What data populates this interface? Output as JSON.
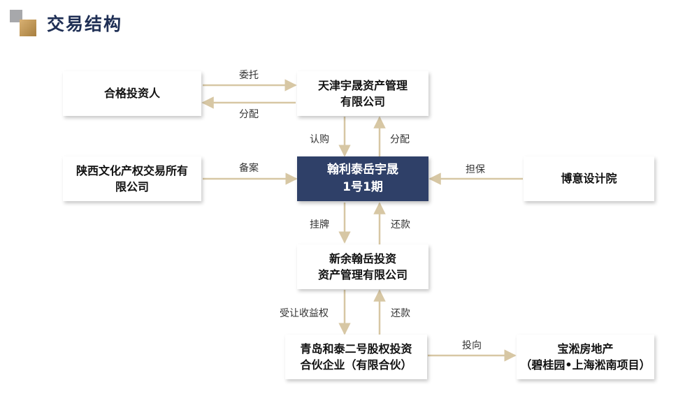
{
  "title": "交易结构",
  "colors": {
    "arrow": "#d7c7a4",
    "center_fill": "#2f4068",
    "title": "#1f2f55"
  },
  "nodes": {
    "qualified_investor": "合格投资人",
    "tianjin": "天津宇晟资产管理\n有限公司",
    "shaanxi": "陕西文化产权交易所有\n限公司",
    "center": "翰利泰岳宇晟\n1号1期",
    "boyi": "博意设计院",
    "xinyu": "新余翰岳投资\n资产管理有限公司",
    "qingdao": "青岛和泰二号股权投资\n合伙企业（有限合伙）",
    "baosong": "宝淞房地产\n（碧桂园•上海淞南项目）"
  },
  "edge_labels": {
    "entrust": "委托",
    "distribute_top": "分配",
    "subscribe": "认购",
    "distribute_mid": "分配",
    "filing": "备案",
    "guarantee": "担保",
    "listing": "挂牌",
    "repay_mid": "还款",
    "transfer_income": "受让收益权",
    "repay_bottom": "还款",
    "invest": "投向"
  }
}
